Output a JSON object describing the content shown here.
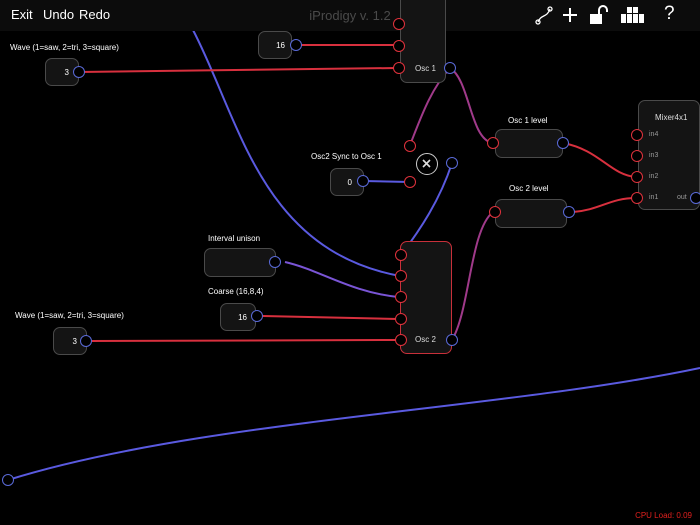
{
  "toolbar": {
    "exit_label": "Exit",
    "undo_label": "Undo",
    "redo_label": "Redo",
    "title": "iProdigy v. 1.2",
    "icons": [
      "patch-cable-icon",
      "plus-icon",
      "unlock-icon",
      "modules-grid-icon",
      "help-icon"
    ],
    "help_glyph": "?"
  },
  "modules": {
    "osc1_coarse": {
      "value": "16"
    },
    "osc1_wave": {
      "label": "Wave (1=saw, 2=tri, 3=square)",
      "value": "3"
    },
    "osc1": {
      "name": "Osc 1"
    },
    "osc2_sync": {
      "label": "Osc2 Sync to Osc 1",
      "value": "0"
    },
    "osc1_level": {
      "label": "Osc 1 level"
    },
    "osc2_level": {
      "label": "Osc 2 level"
    },
    "mixer": {
      "name": "Mixer4x1",
      "inputs": [
        "in4",
        "in3",
        "in2",
        "in1"
      ],
      "output": "out"
    },
    "interval_unison": {
      "label": "Interval unison"
    },
    "osc2_coarse": {
      "label": "Coarse (16,8,4)",
      "value": "16"
    },
    "osc2_wave": {
      "label": "Wave (1=saw, 2=tri, 3=square)",
      "value": "3"
    },
    "osc2": {
      "name": "Osc 2"
    }
  },
  "status": {
    "cpu_load": "CPU Load: 0.09"
  },
  "colors": {
    "background": "#000000",
    "cable_control": "#d8303e",
    "cable_audio": "#5a5ae0",
    "knob_active": "#f5e400",
    "cpu_load": "#e0201e"
  }
}
